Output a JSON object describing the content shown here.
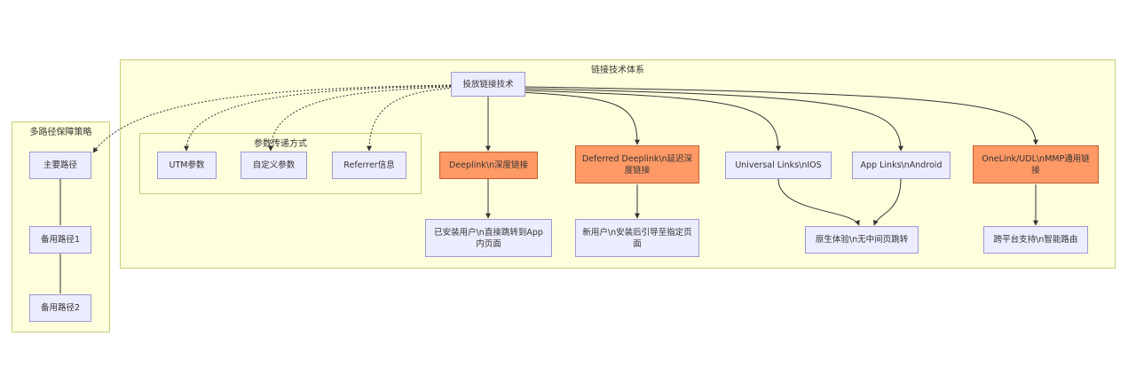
{
  "clusters": {
    "main": "链接技术体系",
    "params": "参数传递方式",
    "multipath": "多路径保障策略"
  },
  "nodes": {
    "root": "投放链接技术",
    "utm": "UTM参数",
    "custom": "自定义参数",
    "referrer": "Referrer信息",
    "deeplink": "Deeplink\\n深度链接",
    "deferred": "Deferred Deeplink\\n延迟深度链接",
    "universal": "Universal Links\\nIOS",
    "applinks": "App Links\\nAndroid",
    "onelink": "OneLink/UDL\\nMMP通用链接",
    "installed": "已安装用户\\n直接跳转到App内页面",
    "newuser": "新用户\\n安装后引导至指定页面",
    "native": "原生体验\\n无中间页跳转",
    "crossplatform": "跨平台支持\\n智能路由",
    "primary": "主要路径",
    "backup1": "备用路径1",
    "backup2": "备用路径2"
  },
  "colors": {
    "cluster_fill": "#ffffde",
    "cluster_border": "#c8cf7a",
    "node_fill": "#ececff",
    "node_border": "#9f98d6",
    "highlight_fill": "#ff9966",
    "highlight_border": "#c85f2d",
    "edge": "#333333"
  }
}
